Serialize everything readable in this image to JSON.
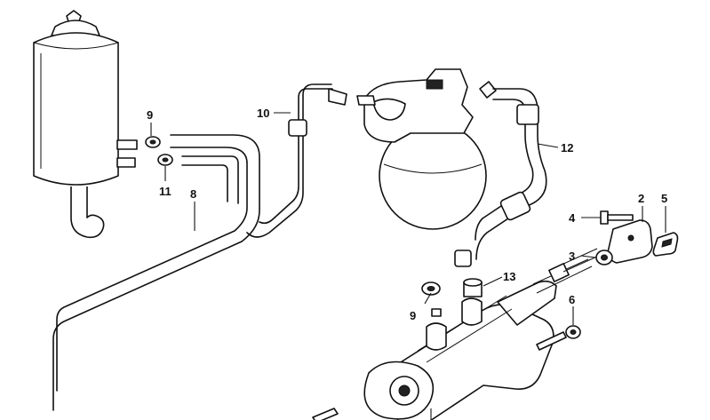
{
  "callouts": [
    {
      "id": "c9a",
      "text": "9"
    },
    {
      "id": "c11",
      "text": "11"
    },
    {
      "id": "c8",
      "text": "8"
    },
    {
      "id": "c10",
      "text": "10"
    },
    {
      "id": "c12",
      "text": "12"
    },
    {
      "id": "c2",
      "text": "2"
    },
    {
      "id": "c5",
      "text": "5"
    },
    {
      "id": "c4",
      "text": "4"
    },
    {
      "id": "c3",
      "text": "3"
    },
    {
      "id": "c13",
      "text": "13"
    },
    {
      "id": "c9b",
      "text": "9"
    },
    {
      "id": "c6",
      "text": "6"
    }
  ]
}
